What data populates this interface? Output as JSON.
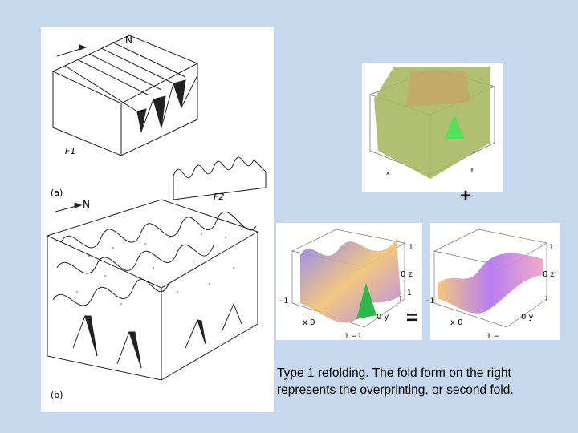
{
  "caption": "Type 1 refolding. The fold form on the right represents the overprinting, or second fold.",
  "operators": {
    "plus": "+",
    "equals": "="
  },
  "sketch": {
    "north_label": "N",
    "panel_a_label": "(a)",
    "panel_b_label": "(b)",
    "fold1_label": "F1",
    "fold2_label": "F2"
  },
  "plot_top": {
    "x_label": "x",
    "y_label": "y",
    "surface_color": "#a9b865",
    "crest_color": "#55e05a"
  },
  "plot_left": {
    "z_label": "0 z",
    "z_max": "1",
    "z_min": "1",
    "y_tick": "1",
    "x_tick": "−1",
    "x_label": "x 0",
    "y_label": "0 y",
    "bottom_label": "1 −1"
  },
  "plot_right": {
    "z_label": "0 z",
    "z_max": "1",
    "z_min": "1",
    "x_tick": "−1",
    "x_label": "x 0",
    "y_label": "0 y",
    "bottom_label": "1 −"
  }
}
